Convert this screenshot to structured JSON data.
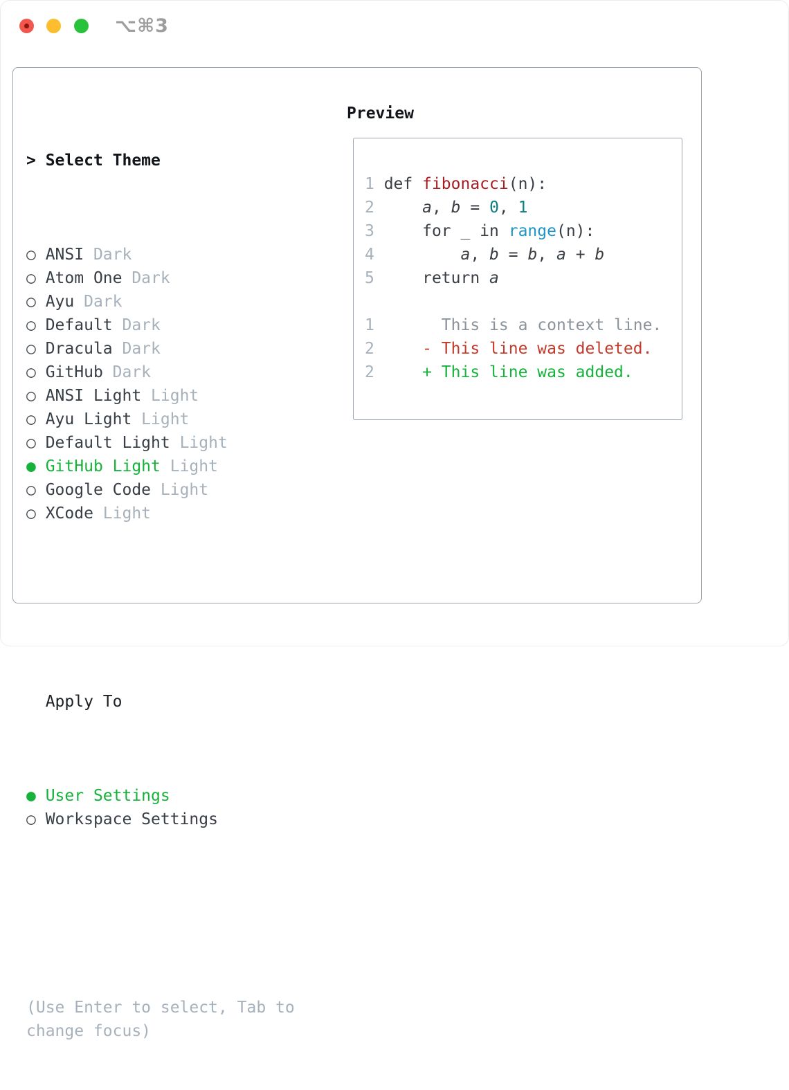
{
  "window": {
    "shortcut_label": "⌥⌘3"
  },
  "theme_panel": {
    "prompt": ">",
    "title": "Select Theme",
    "themes": [
      {
        "name": "ANSI",
        "variant": "Dark",
        "selected": false
      },
      {
        "name": "Atom One",
        "variant": "Dark",
        "selected": false
      },
      {
        "name": "Ayu",
        "variant": "Dark",
        "selected": false
      },
      {
        "name": "Default",
        "variant": "Dark",
        "selected": false
      },
      {
        "name": "Dracula",
        "variant": "Dark",
        "selected": false
      },
      {
        "name": "GitHub",
        "variant": "Dark",
        "selected": false
      },
      {
        "name": "ANSI Light",
        "variant": "Light",
        "selected": false
      },
      {
        "name": "Ayu Light",
        "variant": "Light",
        "selected": false
      },
      {
        "name": "Default Light",
        "variant": "Light",
        "selected": false
      },
      {
        "name": "GitHub Light",
        "variant": "Light",
        "selected": true
      },
      {
        "name": "Google Code",
        "variant": "Light",
        "selected": false
      },
      {
        "name": "XCode",
        "variant": "Light",
        "selected": false
      }
    ],
    "apply_to": {
      "title": "Apply To",
      "options": [
        {
          "label": "User Settings",
          "selected": true
        },
        {
          "label": "Workspace Settings",
          "selected": false
        }
      ]
    },
    "hint_lines": [
      "(Use Enter to select, Tab to",
      "change focus)"
    ]
  },
  "preview": {
    "title": "Preview",
    "code_lines": [
      {
        "num": "1",
        "tokens": [
          {
            "t": "def ",
            "c": "code"
          },
          {
            "t": "fibonacci",
            "c": "func"
          },
          {
            "t": "(n):",
            "c": "code"
          }
        ]
      },
      {
        "num": "2",
        "tokens": [
          {
            "t": "    ",
            "c": "code"
          },
          {
            "t": "a",
            "c": "var"
          },
          {
            "t": ", ",
            "c": "code"
          },
          {
            "t": "b",
            "c": "var"
          },
          {
            "t": " = ",
            "c": "code"
          },
          {
            "t": "0",
            "c": "num"
          },
          {
            "t": ", ",
            "c": "code"
          },
          {
            "t": "1",
            "c": "num"
          }
        ]
      },
      {
        "num": "3",
        "tokens": [
          {
            "t": "    for _ in ",
            "c": "code"
          },
          {
            "t": "range",
            "c": "builtin"
          },
          {
            "t": "(n):",
            "c": "code"
          }
        ]
      },
      {
        "num": "4",
        "tokens": [
          {
            "t": "        ",
            "c": "code"
          },
          {
            "t": "a",
            "c": "var"
          },
          {
            "t": ", ",
            "c": "code"
          },
          {
            "t": "b",
            "c": "var"
          },
          {
            "t": " = ",
            "c": "code"
          },
          {
            "t": "b",
            "c": "var"
          },
          {
            "t": ", ",
            "c": "code"
          },
          {
            "t": "a",
            "c": "var"
          },
          {
            "t": " + ",
            "c": "code"
          },
          {
            "t": "b",
            "c": "var"
          }
        ]
      },
      {
        "num": "5",
        "tokens": [
          {
            "t": "    return ",
            "c": "code"
          },
          {
            "t": "a",
            "c": "var"
          }
        ]
      }
    ],
    "diff_lines": [
      {
        "num": "1",
        "marker": "",
        "kind": "context",
        "text": "This is a context line."
      },
      {
        "num": "2",
        "marker": "-",
        "kind": "deleted",
        "text": "This line was deleted."
      },
      {
        "num": "2",
        "marker": "+",
        "kind": "added",
        "text": "This line was added."
      }
    ]
  },
  "colors": {
    "selected_green": "#16b23c",
    "added_green": "#16b23c",
    "deleted_red": "#c33a2a",
    "function_red": "#a81d23",
    "number_teal": "#0c7e81",
    "builtin_blue": "#1e95c6",
    "muted_gray": "#a7b1bb",
    "text_dark": "#383e45",
    "border_gray": "#98a3ae",
    "traffic_red": "#f3564c",
    "traffic_yellow": "#fcbd2f",
    "traffic_green": "#29c33b"
  }
}
